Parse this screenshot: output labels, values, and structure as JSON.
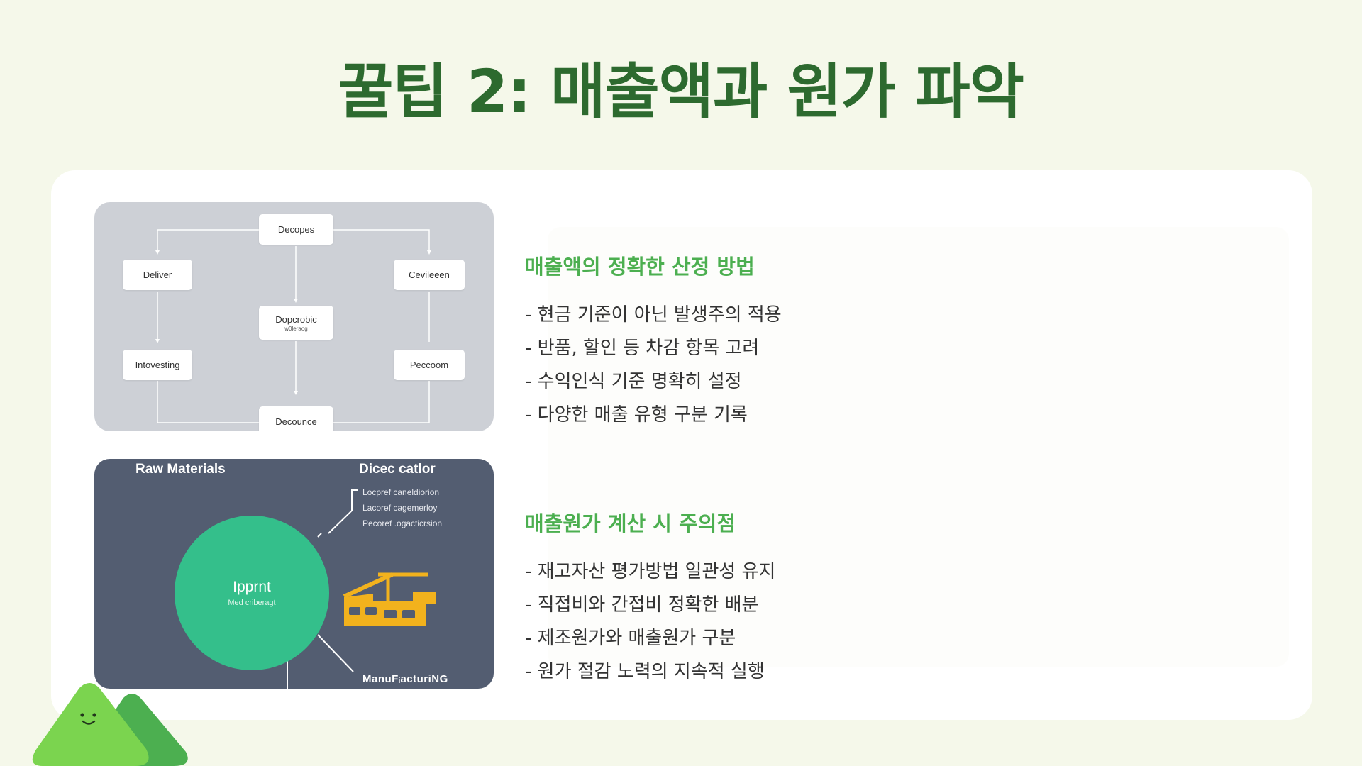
{
  "title": "꿀팁 2: 매출액과 원가 파악",
  "flow_image": {
    "nodes": {
      "top": "Decopes",
      "left_top": "Deliver",
      "right_top": "Cevileeen",
      "center": "Dopcrobic",
      "center_sub": "w0leraog",
      "left_bottom": "Intovesting",
      "right_bottom": "Peccoom",
      "bottom": "Decounce"
    }
  },
  "mfg_image": {
    "heading_left": "Raw Materials",
    "heading_right": "Dicec catlor",
    "list": [
      "Locpref caneldiorion",
      "Lacoref cagemerloy",
      "Pecoref .ogacticrsion"
    ],
    "circle_main": "Ipprnt",
    "circle_sub": "Med criberagt",
    "footer": "ManuFᵢacturiNG",
    "colors": {
      "background": "#535d71",
      "circle": "#34bf8b",
      "factory": "#f2b21d"
    }
  },
  "sections": [
    {
      "heading": "매출액의 정확한 산정 방법",
      "items": [
        "- 현금 기준이 아닌 발생주의 적용",
        "- 반품, 할인 등 차감 항목 고려",
        "- 수익인식 기준 명확히 설정",
        "- 다양한 매출 유형 구분 기록"
      ]
    },
    {
      "heading": "매출원가 계산 시 주의점",
      "items": [
        "- 재고자산 평가방법 일관성 유지",
        "- 직접비와 간접비 정확한 배분",
        "- 제조원가와 매출원가 구분",
        "- 원가 절감 노력의 지속적 실행"
      ]
    }
  ],
  "colors": {
    "title": "#2d6a2f",
    "accent": "#4caf50",
    "background": "#f5f8ea",
    "mascot_front": "#7bd44f",
    "mascot_back": "#4caf50"
  }
}
